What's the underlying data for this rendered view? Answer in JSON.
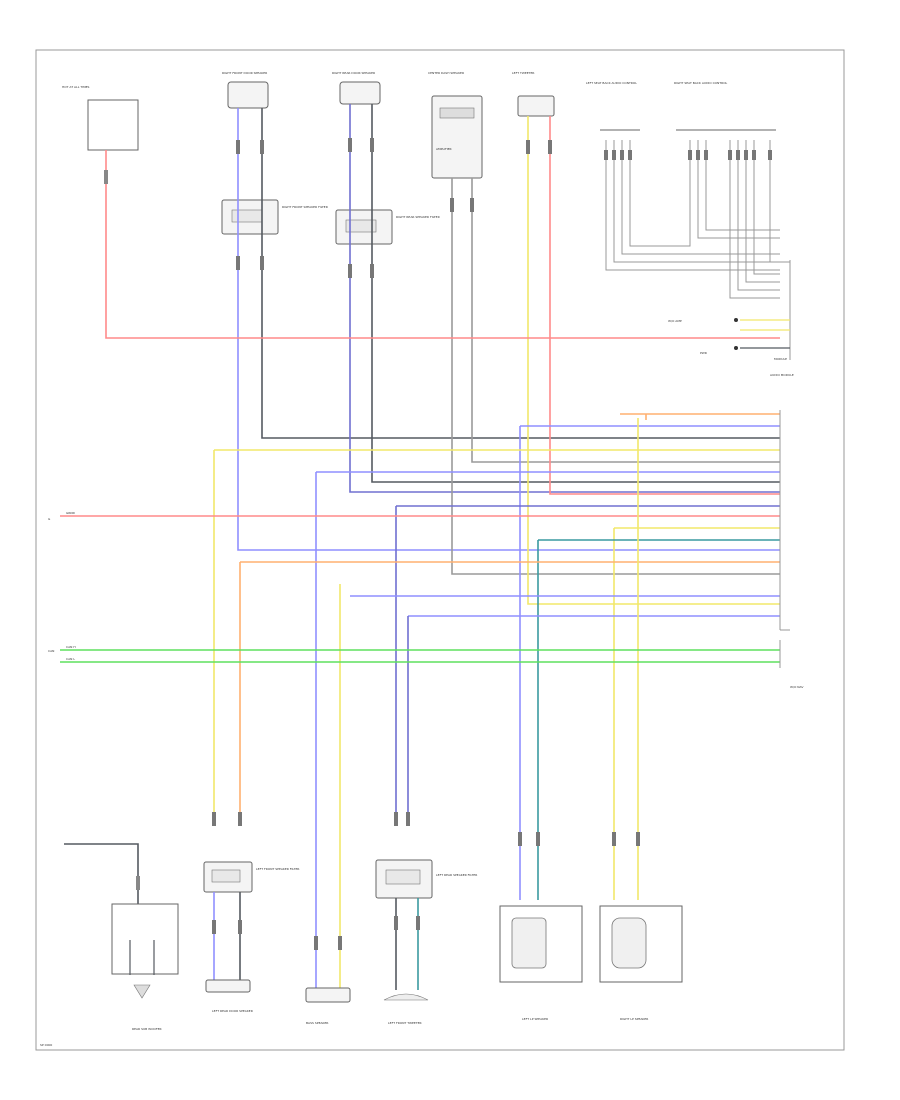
{
  "colors": {
    "red": "#ff8a8a",
    "blue": "#8f8fff",
    "purple": "#7070d0",
    "dark": "#555a60",
    "gray": "#9a9a9a",
    "yellow": "#f2e86a",
    "orange": "#ffb070",
    "green": "#5ee05e",
    "teal": "#3a9aa0",
    "frame": "#999999"
  },
  "labels": {
    "main_fuse": "HOT AT ALL TIMES",
    "rf_door": "RIGHT FRONT DOOR SPEAKER",
    "rr_door": "RIGHT REAR DOOR SPEAKER",
    "center_speaker": "CENTER DASH SPEAKER",
    "left_tweeter": "LEFT TWEETER",
    "ls_module": "LEFT SEAT BACK AUDIO CONTROL",
    "rs_module": "RIGHT SEAT BACK AUDIO CONTROL",
    "rf_filter": "RIGHT FRONT SPEAKER FILTER",
    "rr_filter": "RIGHT REAR SPEAKER FILTER",
    "amp": "AMPLIFIER",
    "interface": "MODULE",
    "l_filter": "LEFT FRONT SPEAKER FILTER",
    "lr_filter": "LEFT REAR SPEAKER FILTER",
    "bass_box": "REAR SUB WOOFER",
    "bass_speaker": "BASS SPEAKER",
    "lr_door": "LEFT REAR DOOR SPEAKER",
    "lf_door": "LEFT FRONT TWEETER",
    "left_lp": "LEFT LP SPEAKER",
    "right_lp": "RIGHT LP SPEAKER",
    "footer_code": "W/O NAV",
    "bottom_id": "SP 0000",
    "row_ground": "GRND",
    "row_can_h": "CAN H",
    "row_can_l": "CAN L",
    "can_tag": "CAN",
    "gnd_tag": "G",
    "side_note": "W/O AMP",
    "stack_title": "AUDIO MODULE",
    "power_tag": "PWR"
  }
}
